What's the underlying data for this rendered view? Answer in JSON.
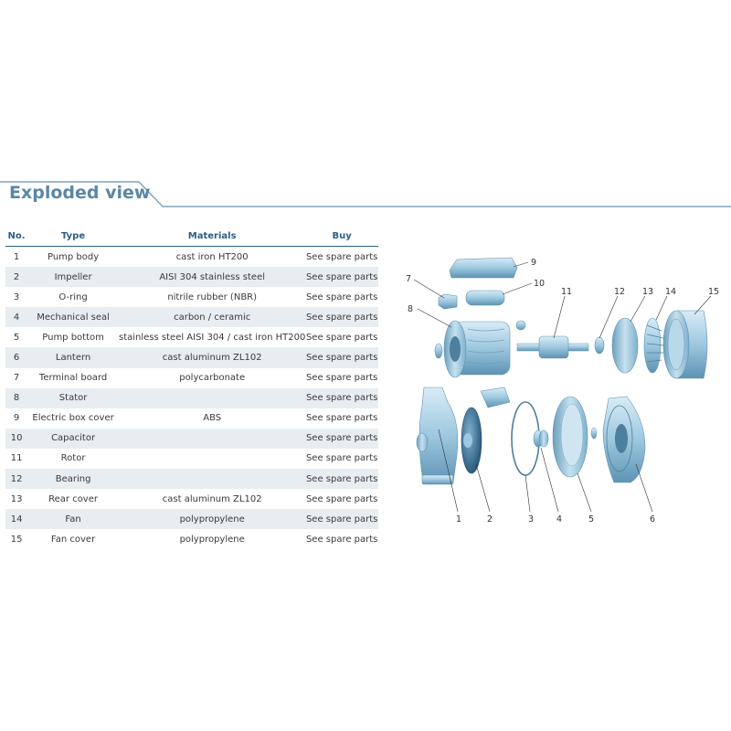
{
  "page": {
    "title": "Exploded view",
    "accent_color": "#5a87a6",
    "header_color": "#2c5f86"
  },
  "table": {
    "headers": {
      "no": "No.",
      "type": "Type",
      "materials": "Materials",
      "buy": "Buy"
    },
    "rows": [
      {
        "no": "1",
        "type": "Pump body",
        "materials": "cast iron HT200",
        "buy": "See spare parts"
      },
      {
        "no": "2",
        "type": "Impeller",
        "materials": "AISI 304 stainless steel",
        "buy": "See spare parts"
      },
      {
        "no": "3",
        "type": "O-ring",
        "materials": "nitrile rubber (NBR)",
        "buy": "See spare parts"
      },
      {
        "no": "4",
        "type": "Mechanical seal",
        "materials": "carbon / ceramic",
        "buy": "See spare parts"
      },
      {
        "no": "5",
        "type": "Pump bottom",
        "materials": "stainless steel AISI 304 / cast iron HT200",
        "buy": "See spare parts"
      },
      {
        "no": "6",
        "type": "Lantern",
        "materials": "cast aluminum ZL102",
        "buy": "See spare parts"
      },
      {
        "no": "7",
        "type": "Terminal board",
        "materials": "polycarbonate",
        "buy": "See spare parts"
      },
      {
        "no": "8",
        "type": "Stator",
        "materials": "",
        "buy": "See spare parts"
      },
      {
        "no": "9",
        "type": "Electric box cover",
        "materials": "ABS",
        "buy": "See spare parts"
      },
      {
        "no": "10",
        "type": "Capacitor",
        "materials": "",
        "buy": "See spare parts"
      },
      {
        "no": "11",
        "type": "Rotor",
        "materials": "",
        "buy": "See spare parts"
      },
      {
        "no": "12",
        "type": "Bearing",
        "materials": "",
        "buy": "See spare parts"
      },
      {
        "no": "13",
        "type": "Rear cover",
        "materials": "cast aluminum ZL102",
        "buy": "See spare parts"
      },
      {
        "no": "14",
        "type": "Fan",
        "materials": "polypropylene",
        "buy": "See spare parts"
      },
      {
        "no": "15",
        "type": "Fan cover",
        "materials": "polypropylene",
        "buy": "See spare parts"
      }
    ]
  },
  "diagram": {
    "callouts": [
      "1",
      "2",
      "3",
      "4",
      "5",
      "6",
      "7",
      "8",
      "9",
      "10",
      "11",
      "12",
      "13",
      "14",
      "15"
    ]
  }
}
